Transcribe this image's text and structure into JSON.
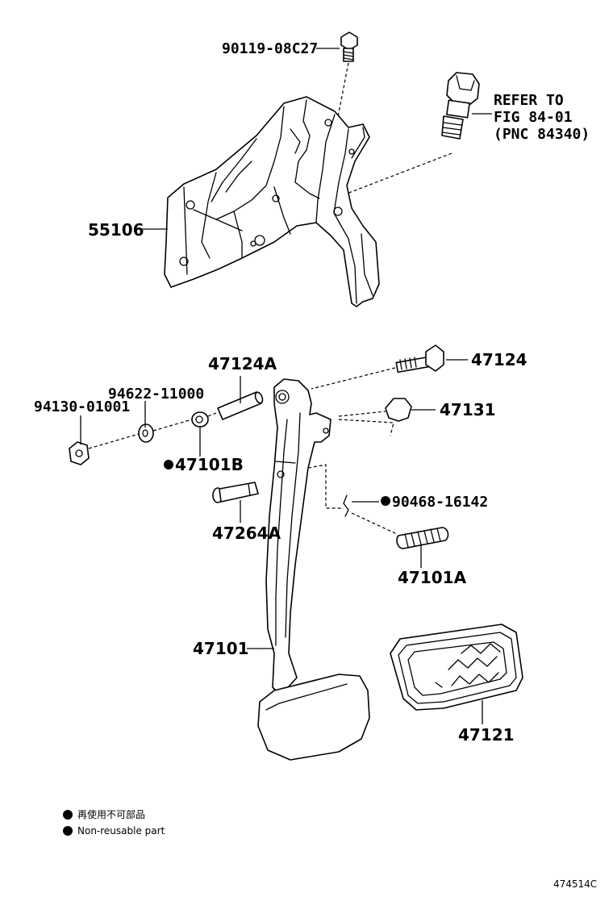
{
  "labels": {
    "bolt_top": "90119-08C27",
    "refer1": "REFER TO",
    "refer2": "FIG 84-01",
    "refer3": "(PNC 84340)",
    "bracket": "55106",
    "bushing_pipe": "47124A",
    "bolt_47124": "47124",
    "washer": "94622-11000",
    "nut": "94130-01001",
    "bushing": "47101B",
    "stopper": "47131",
    "clip": "90468-16142",
    "pin": "47264A",
    "spring": "47101A",
    "pedal_arm": "47101",
    "pedal_pad": "47121"
  },
  "legend": {
    "line1": "再使用不可部品",
    "line2": "Non-reusable part"
  },
  "figure_id": "474514C"
}
